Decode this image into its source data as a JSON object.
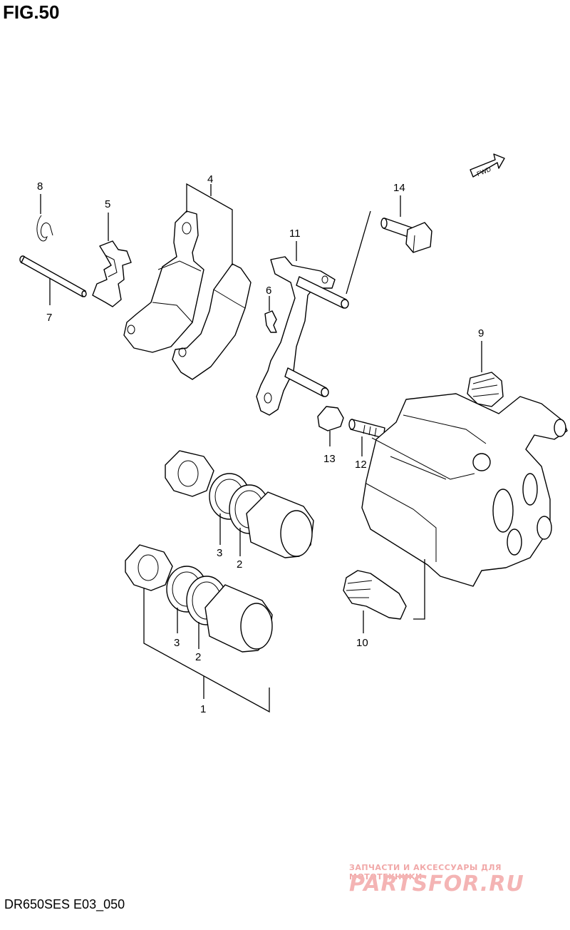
{
  "header": {
    "figure_label": "FIG.50"
  },
  "footer": {
    "model_code": "DR650SES E03_050"
  },
  "watermark": {
    "tagline": "ЗАПЧАСТИ И АКСЕССУАРЫ ДЛЯ МОТОТЕХНИКИ",
    "brand": "PARTSFOR.RU"
  },
  "direction_badge": "FWD",
  "callouts": [
    "1",
    "2",
    "3",
    "2",
    "3",
    "4",
    "5",
    "6",
    "7",
    "8",
    "9",
    "10",
    "11",
    "12",
    "13",
    "14"
  ]
}
